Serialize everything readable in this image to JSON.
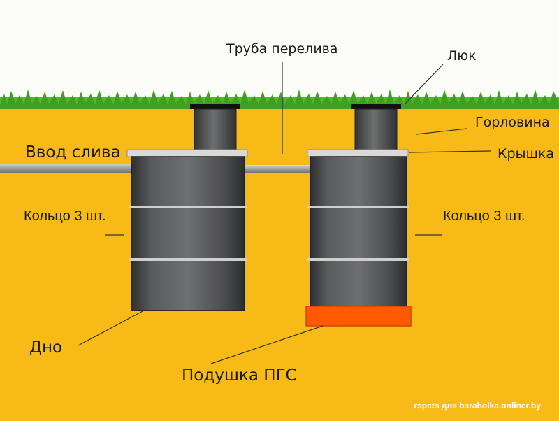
{
  "labels": {
    "overflow_pipe": "Труба перелива",
    "hatch": "Люк",
    "neck": "Горловина",
    "lid": "Крышка",
    "drain_inlet": "Ввод слива",
    "rings_left": "Кольцо 3 шт.",
    "rings_right": "Кольцо 3 шт.",
    "bottom": "Дно",
    "gravel_cushion": "Подушка ПГС"
  },
  "watermark": "rspcts для baraholka.onliner.by",
  "colors": {
    "soil": "#f7ba17",
    "grass": "#52b82a",
    "concrete": "#5b5c5e",
    "slab": "#d9d9d9",
    "cushion": "#ff5a00"
  }
}
